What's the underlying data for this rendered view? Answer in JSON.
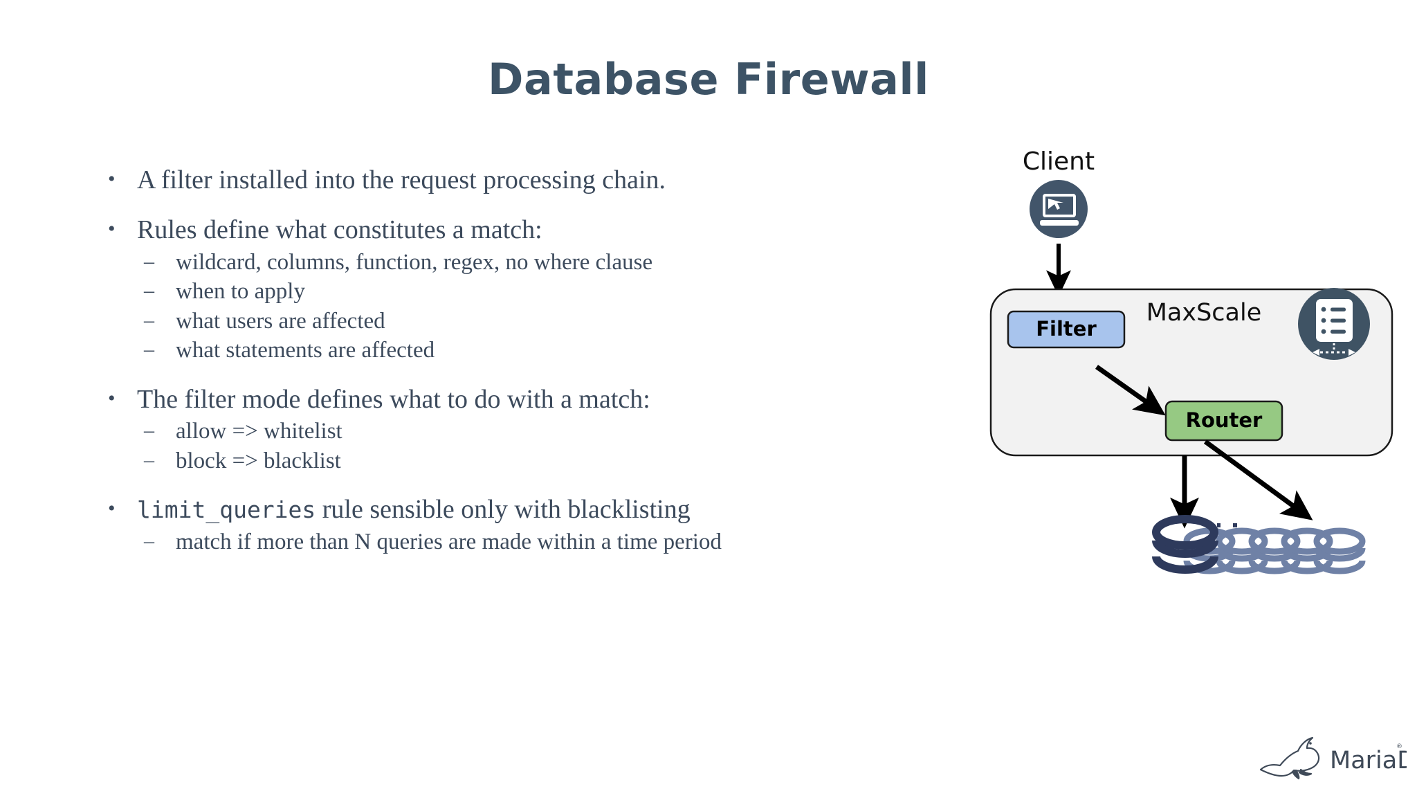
{
  "slide": {
    "title": "Database Firewall",
    "title_color": "#3d5366",
    "body_color": "#3c4a5c",
    "background": "#ffffff"
  },
  "content": {
    "groups": [
      {
        "bullet": "A filter installed into the request processing chain.",
        "sub": []
      },
      {
        "bullet": "Rules define what constitutes a match:",
        "sub": [
          "wildcard, columns, function, regex, no where clause",
          "when to apply",
          "what users are affected",
          "what statements are affected"
        ]
      },
      {
        "bullet": "The filter mode defines what to do with a match:",
        "sub": [
          "allow => whitelist",
          "block => blacklist"
        ]
      },
      {
        "bullet_mono": "limit_queries",
        "bullet_rest": " rule sensible only with blacklisting",
        "sub": [
          "match if more than N queries are made within a time period"
        ]
      }
    ],
    "markers": {
      "level1": "•",
      "level2": "–"
    }
  },
  "diagram": {
    "client": {
      "label": "Client",
      "icon": "laptop-icon",
      "circle_color": "#42556a",
      "icon_color": "#ffffff"
    },
    "maxscale": {
      "label": "MaxScale",
      "box_fill": "#f2f2f2",
      "box_stroke": "#1a1a1a",
      "server_icon": "server-icon",
      "server_circle_color": "#3f5364"
    },
    "filter": {
      "label": "Filter",
      "fill": "#a8c4ed",
      "stroke": "#1a1a1a",
      "text_color": "#000000"
    },
    "router": {
      "label": "Router",
      "fill": "#96c983",
      "stroke": "#1a1a1a",
      "text_color": "#000000"
    },
    "databases": {
      "primary_color": "#2e3a5c",
      "replica_color": "#6f81a6",
      "primary_count": 1,
      "replica_count": 5
    },
    "arrow_color": "#000000"
  },
  "branding": {
    "logo_text": "MariaDB",
    "logo_mark": "sea-lion-icon",
    "logo_color": "#3f4a58",
    "registered_mark": "®"
  }
}
